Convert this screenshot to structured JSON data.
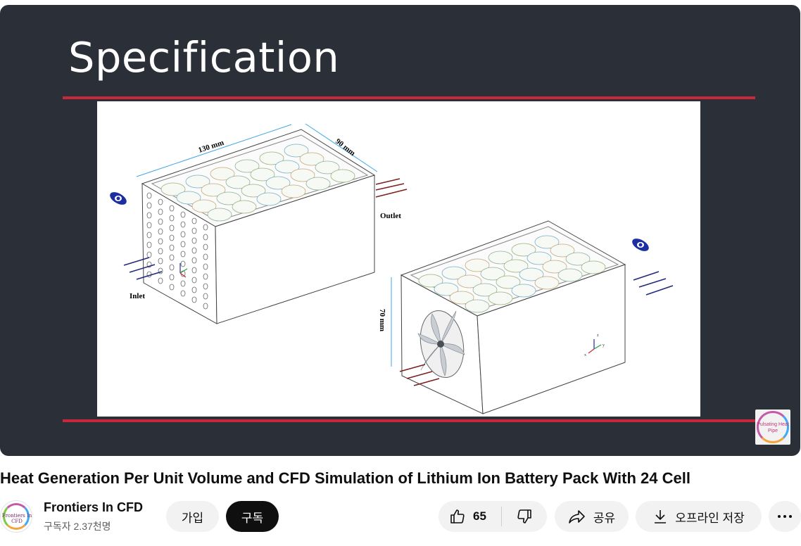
{
  "slide": {
    "title": "Specification",
    "accent_color": "#c8283c",
    "background_color": "#2b2f38",
    "figure": {
      "dimension_width": "130 mm",
      "dimension_depth": "90 mm",
      "dimension_height": "70 mm",
      "outlet_label": "Outlet",
      "inlet_label": "Inlet",
      "axis_z": "z",
      "axis_y": "y",
      "axis_x": "x"
    },
    "watermark": {
      "text": "Pulsating Heat Pipe"
    }
  },
  "video": {
    "title": "Heat Generation Per Unit Volume and CFD Simulation of Lithium Ion Battery Pack With 24 Cell"
  },
  "channel": {
    "name": "Frontiers In CFD",
    "subscribers": "구독자 2.37천명",
    "avatar_text": "Frontiers In CFD"
  },
  "actions": {
    "join_label": "가입",
    "subscribe_label": "구독",
    "like_count": "65",
    "share_label": "공유",
    "download_label": "오프라인 저장",
    "like_icon": "thumbs-up-icon",
    "dislike_icon": "thumbs-down-icon",
    "share_icon": "share-arrow-icon",
    "download_icon": "download-icon",
    "more_icon": "more-horizontal-icon"
  }
}
